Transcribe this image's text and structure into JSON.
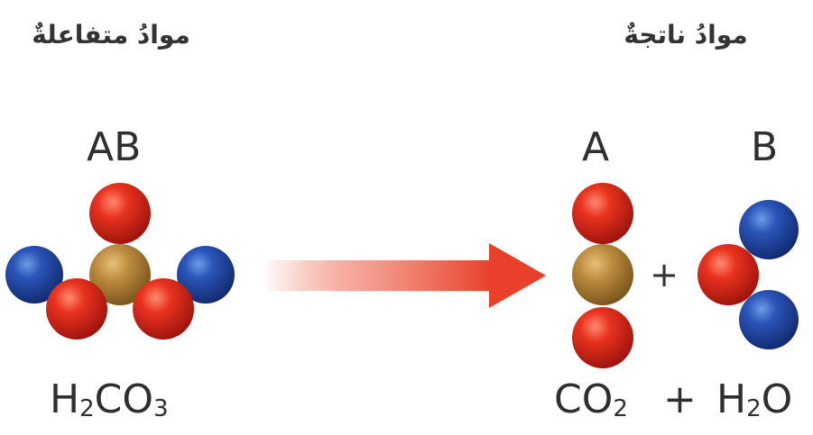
{
  "headings": {
    "reactants": "موادُ متفاعلةٌ",
    "products": "موادُ ناتجةٌ"
  },
  "labels": {
    "reactant": "AB",
    "product_a": "A",
    "product_b": "B"
  },
  "formulas": {
    "reactant": {
      "main": "H",
      "sub1": "2",
      "mid": "CO",
      "sub2": "3"
    },
    "product_a": {
      "main": "CO",
      "sub": "2"
    },
    "plus": "+",
    "product_b": {
      "main": "H",
      "sub": "2",
      "tail": "O"
    }
  },
  "molecule_plus": "+",
  "colors": {
    "oxygen": "#d2231c",
    "hydrogen": "#1f3f9a",
    "carbon": "#b8863a",
    "arrow": "#e8402a"
  }
}
